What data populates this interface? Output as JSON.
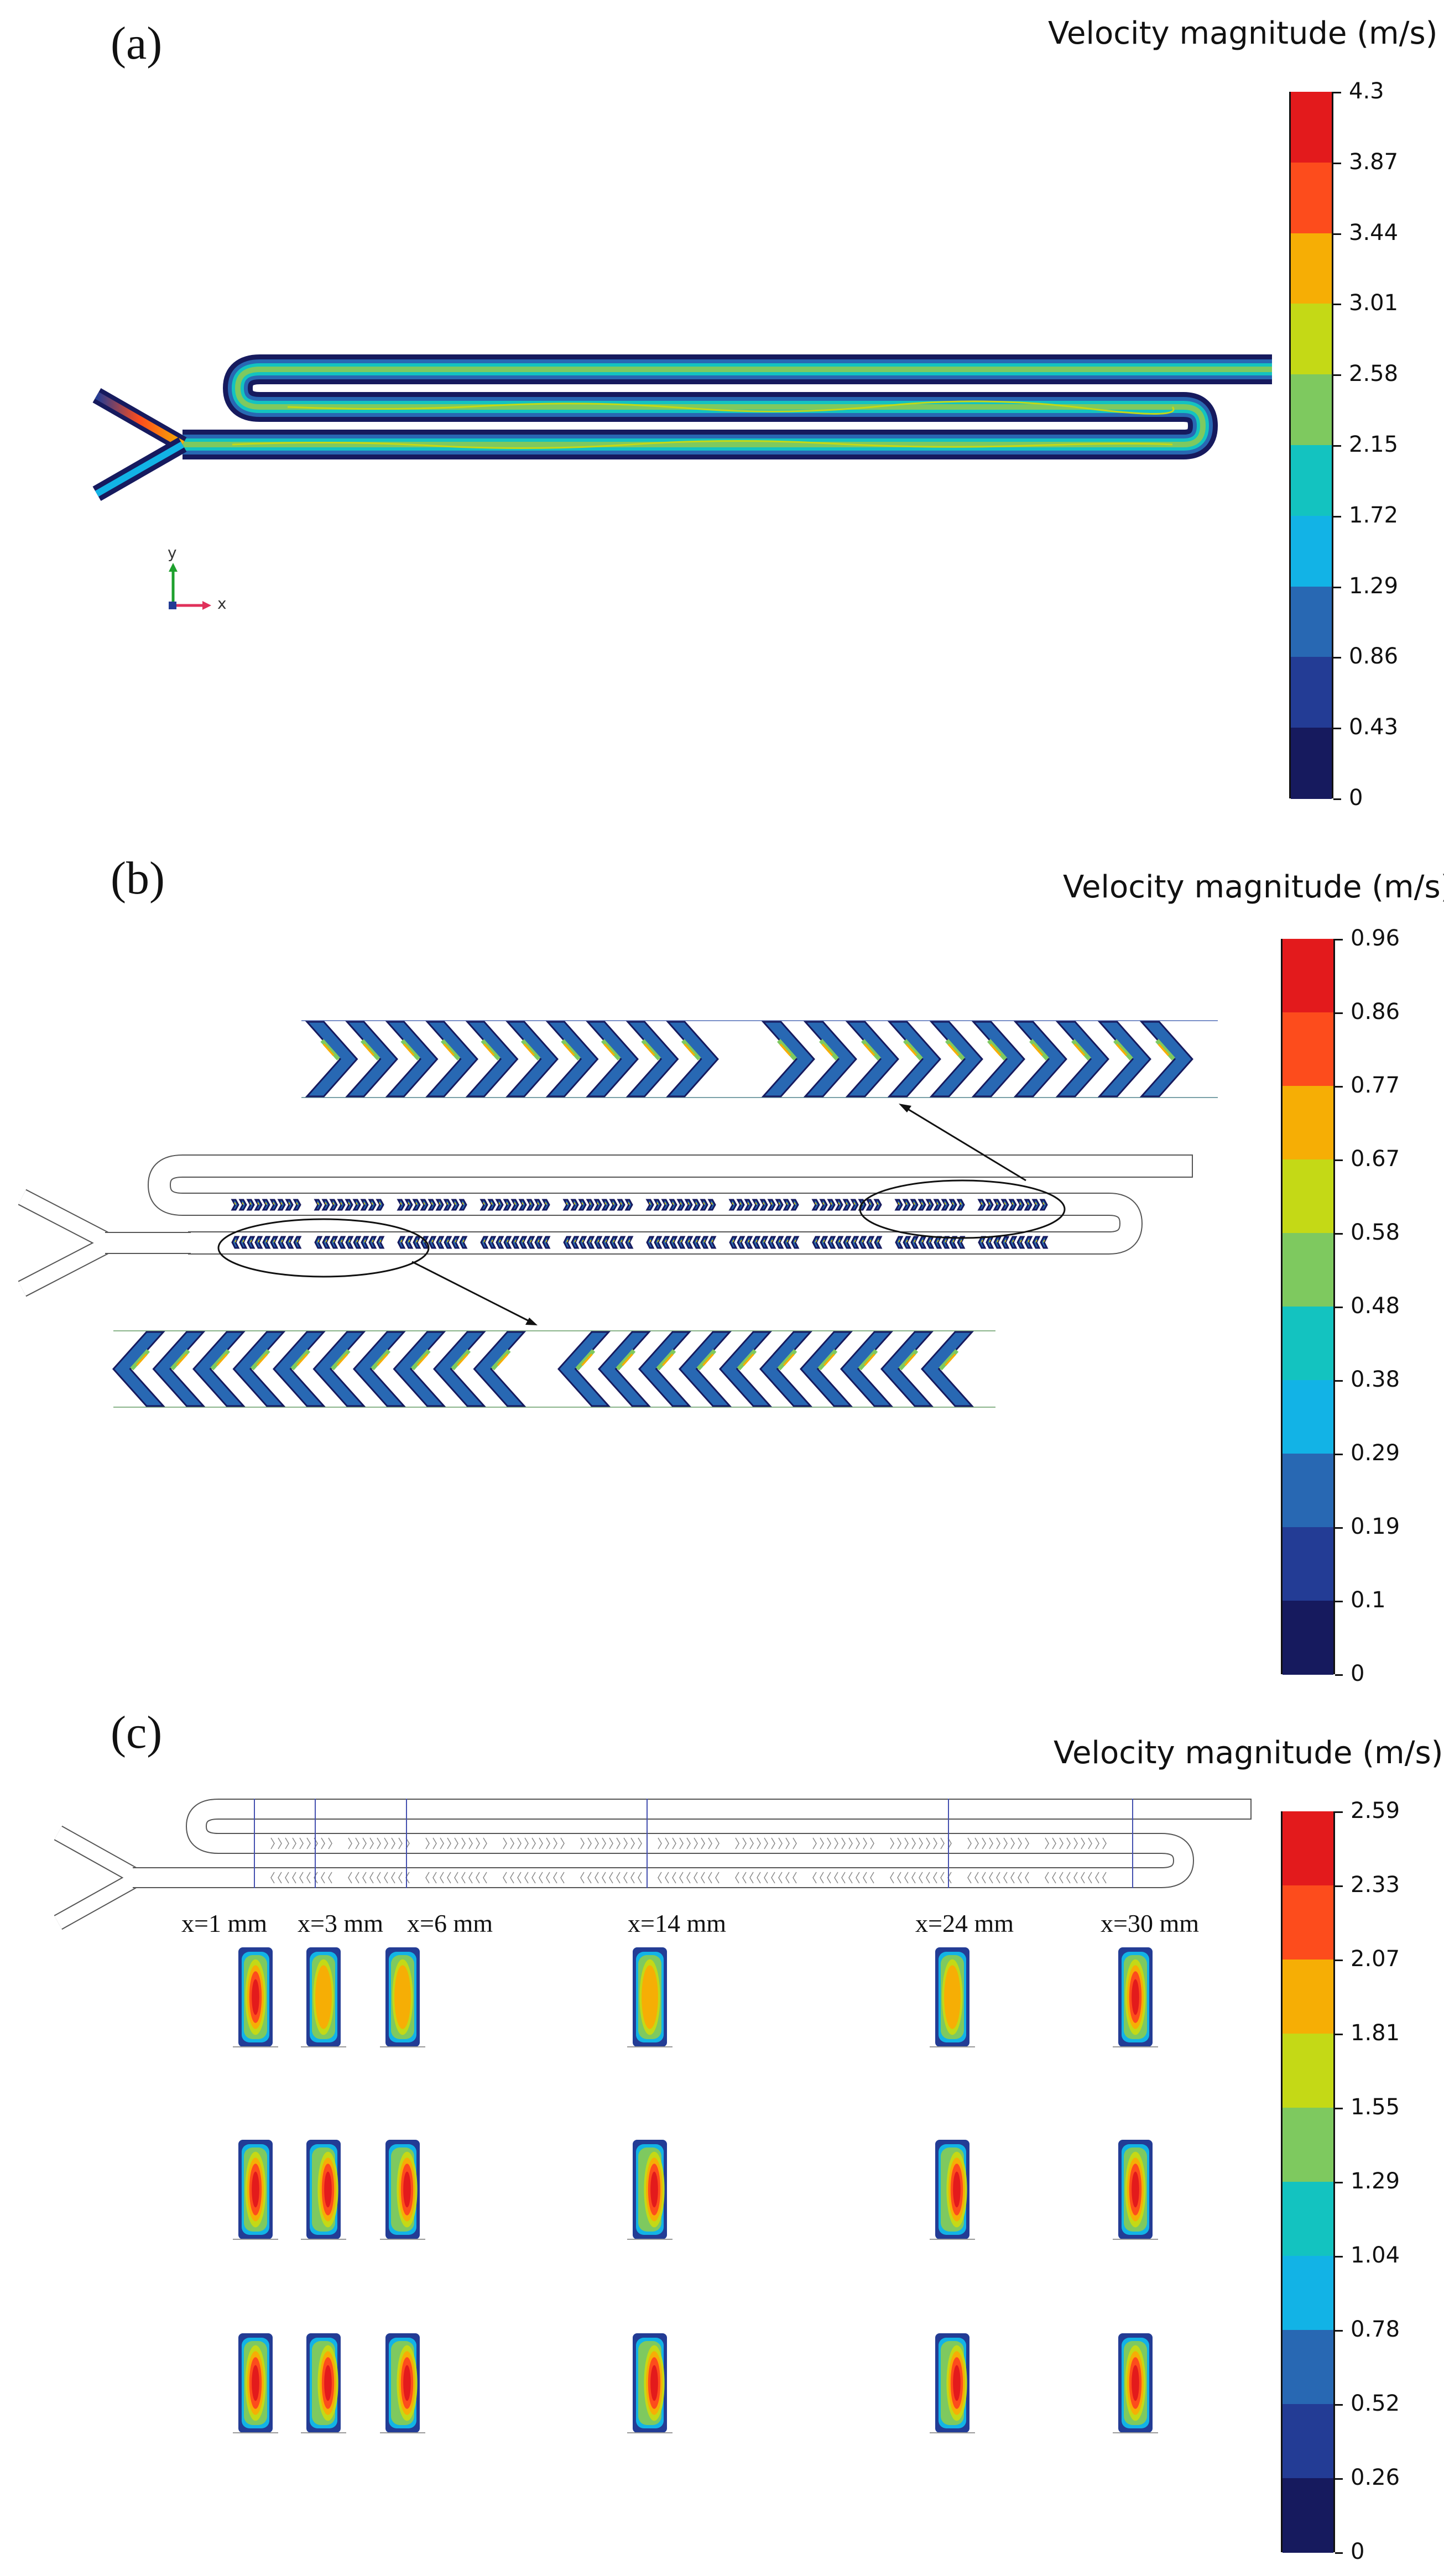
{
  "palette": [
    "#161a5e",
    "#233c95",
    "#2868b3",
    "#12b3e6",
    "#13c3c0",
    "#7ec95f",
    "#c4d916",
    "#f6ae05",
    "#fd4c1c",
    "#e31a1c"
  ],
  "panels": [
    {
      "id": "a",
      "label": "(a)",
      "colorbar_title": "Velocity magnitude (m/s)",
      "colorbar_ticks": [
        "4.3",
        "3.87",
        "3.44",
        "3.01",
        "2.58",
        "2.15",
        "1.72",
        "1.29",
        "0.86",
        "0.43",
        "0"
      ],
      "axes": {
        "y": "y",
        "x": "x"
      }
    },
    {
      "id": "b",
      "label": "(b)",
      "colorbar_title": "Velocity magnitude (m/s)",
      "colorbar_ticks": [
        "0.96",
        "0.86",
        "0.77",
        "0.67",
        "0.58",
        "0.48",
        "0.38",
        "0.29",
        "0.19",
        "0.1",
        "0"
      ]
    },
    {
      "id": "c",
      "label": "(c)",
      "colorbar_title": "Velocity magnitude (m/s)",
      "colorbar_ticks": [
        "2.59",
        "2.33",
        "2.07",
        "1.81",
        "1.55",
        "1.29",
        "1.04",
        "0.78",
        "0.52",
        "0.26",
        "0"
      ],
      "sections": [
        "x=1 mm",
        "x=3 mm",
        "x=6 mm",
        "x=14 mm",
        "x=24 mm",
        "x=30 mm"
      ]
    }
  ]
}
